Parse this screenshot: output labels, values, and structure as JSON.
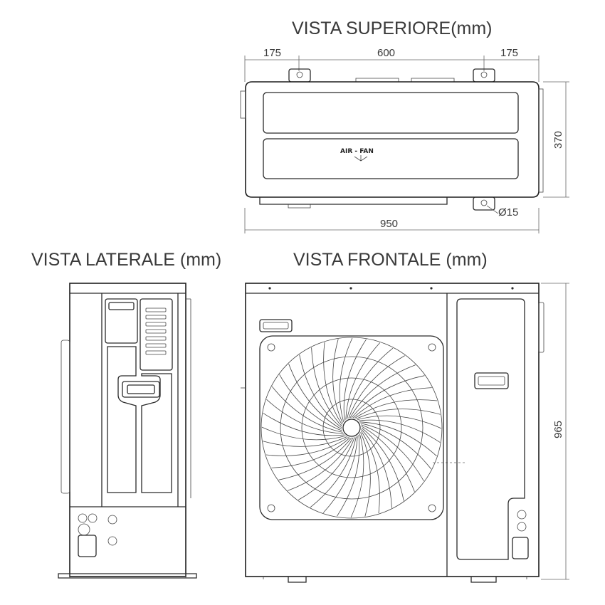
{
  "views": {
    "top": {
      "title": "VISTA SUPERIORE(mm)",
      "dims": {
        "left": "175",
        "middle": "600",
        "right": "175",
        "depth": "370",
        "width": "950",
        "hole": "Ø15"
      },
      "airflow_label": "AIR - FAN"
    },
    "side": {
      "title": "VISTA LATERALE (mm)"
    },
    "front": {
      "title": "VISTA FRONTALE (mm)",
      "dims": {
        "height": "965"
      }
    }
  },
  "colors": {
    "line": "#1e1e1e",
    "text": "#3a3a3a",
    "background": "#ffffff"
  }
}
